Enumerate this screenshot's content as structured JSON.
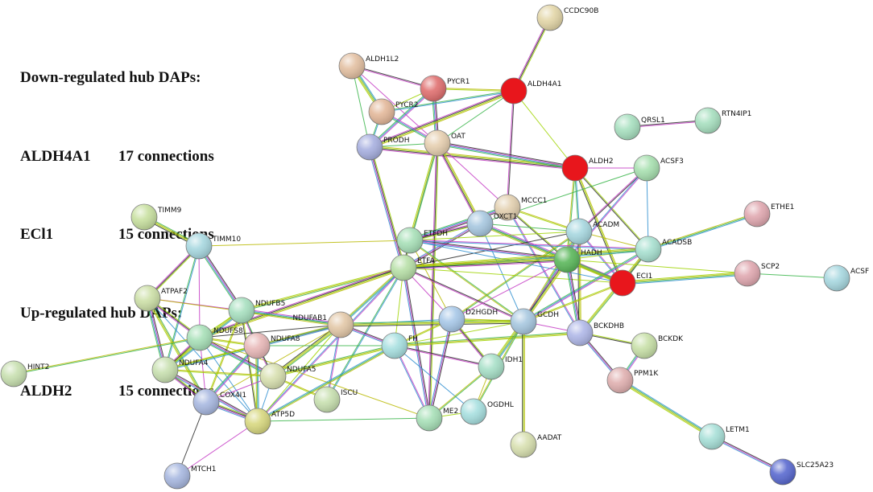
{
  "legend": {
    "down_heading": "Down-regulated hub DAPs:",
    "down_items": [
      {
        "gene": "ALDH4A1",
        "connections": "17 connections"
      },
      {
        "gene": "ECl1",
        "connections": "15 connections"
      }
    ],
    "up_heading": "Up-regulated hub DAPs:",
    "up_items": [
      {
        "gene": "ALDH2",
        "connections": "15 connections"
      }
    ]
  },
  "colors": {
    "hub": "#e8161c",
    "edge_palette": [
      "#9fd400",
      "#2a2a2a",
      "#c43bc4",
      "#2f8fd0",
      "#3ab54a",
      "#b8b800"
    ]
  },
  "nodes": [
    {
      "id": "CCDC90B",
      "color": "#e3d6a8"
    },
    {
      "id": "ALDH1L2",
      "color": "#e3c0a2"
    },
    {
      "id": "PYCR1",
      "color": "#e07070"
    },
    {
      "id": "ALDH4A1",
      "color": "#e8161c",
      "hub": true
    },
    {
      "id": "PYCR2",
      "color": "#e3b89a"
    },
    {
      "id": "OAT",
      "color": "#e6cfb0"
    },
    {
      "id": "PRODH",
      "color": "#a8b0e0"
    },
    {
      "id": "QRSL1",
      "color": "#a8e0c0"
    },
    {
      "id": "RTN4IP1",
      "color": "#a8e0c0"
    },
    {
      "id": "ALDH2",
      "color": "#e8161c",
      "hub": true
    },
    {
      "id": "ACSF3",
      "color": "#a8e0b0"
    },
    {
      "id": "MCCC1",
      "color": "#e3d0b0"
    },
    {
      "id": "ETHE1",
      "color": "#e0a8b0"
    },
    {
      "id": "TIMM9",
      "color": "#c8e0a0"
    },
    {
      "id": "OXCT1",
      "color": "#a8c8e0"
    },
    {
      "id": "ACADM",
      "color": "#a8d8e0"
    },
    {
      "id": "TIMM10",
      "color": "#a8d8e0"
    },
    {
      "id": "ETFDH",
      "color": "#a8e0b8"
    },
    {
      "id": "ACADSB",
      "color": "#a8e0d0"
    },
    {
      "id": "ETFA",
      "color": "#b8e0a8"
    },
    {
      "id": "HADH",
      "color": "#5cb85c"
    },
    {
      "id": "SCP2",
      "color": "#e0a8b0"
    },
    {
      "id": "ECI1",
      "color": "#e8161c",
      "hub": true
    },
    {
      "id": "ACSF",
      "color": "#a8d8e0"
    },
    {
      "id": "ATPAF2",
      "color": "#cde0a8"
    },
    {
      "id": "NDUFB5",
      "color": "#a8e0c0"
    },
    {
      "id": "NDUFAB1",
      "color": "#e3c8a8"
    },
    {
      "id": "D2HGDH",
      "color": "#a8c8e8"
    },
    {
      "id": "GCDH",
      "color": "#a8c8e0"
    },
    {
      "id": "BCKDHB",
      "color": "#b0b8e8"
    },
    {
      "id": "NDUFS8",
      "color": "#a8e0b8"
    },
    {
      "id": "NDUFA8",
      "color": "#e8b8b8"
    },
    {
      "id": "BCKDK",
      "color": "#c8e0a8"
    },
    {
      "id": "FH",
      "color": "#a8e0e0"
    },
    {
      "id": "HINT2",
      "color": "#c8e0b0"
    },
    {
      "id": "NDUFA4",
      "color": "#c8e0b0"
    },
    {
      "id": "NDUFA5",
      "color": "#d8e0b0"
    },
    {
      "id": "IDH1",
      "color": "#a8e0c8"
    },
    {
      "id": "PPM1K",
      "color": "#e0b0b0"
    },
    {
      "id": "COX4I1",
      "color": "#a8b8e0"
    },
    {
      "id": "ISCU",
      "color": "#c8e0b0"
    },
    {
      "id": "ATP5D",
      "color": "#d8d880"
    },
    {
      "id": "ME2",
      "color": "#a8e0b8"
    },
    {
      "id": "OGDHL",
      "color": "#a8e0e0"
    },
    {
      "id": "LETM1",
      "color": "#a8e0d8"
    },
    {
      "id": "AADAT",
      "color": "#d8e0b0"
    },
    {
      "id": "MTCH1",
      "color": "#a8b8e0"
    },
    {
      "id": "SLC25A23",
      "color": "#5a6ad0"
    }
  ],
  "edges": [
    [
      "CCDC90B",
      "ALDH4A1"
    ],
    [
      "ALDH1L2",
      "PYCR1"
    ],
    [
      "ALDH1L2",
      "OAT"
    ],
    [
      "ALDH1L2",
      "PYCR2"
    ],
    [
      "ALDH1L2",
      "PRODH"
    ],
    [
      "PYCR1",
      "ALDH4A1"
    ],
    [
      "PYCR1",
      "PYCR2"
    ],
    [
      "PYCR1",
      "OAT"
    ],
    [
      "PYCR1",
      "PRODH"
    ],
    [
      "ALDH4A1",
      "PYCR2"
    ],
    [
      "ALDH4A1",
      "OAT"
    ],
    [
      "ALDH4A1",
      "PRODH"
    ],
    [
      "ALDH4A1",
      "ALDH2"
    ],
    [
      "ALDH4A1",
      "MCCC1"
    ],
    [
      "PYCR2",
      "OAT"
    ],
    [
      "PYCR2",
      "PRODH"
    ],
    [
      "PRODH",
      "OAT"
    ],
    [
      "PRODH",
      "ALDH2"
    ],
    [
      "PRODH",
      "ETFA"
    ],
    [
      "OAT",
      "ALDH2"
    ],
    [
      "OAT",
      "MCCC1"
    ],
    [
      "OAT",
      "ETFA"
    ],
    [
      "OAT",
      "ETFDH"
    ],
    [
      "OAT",
      "OXCT1"
    ],
    [
      "OAT",
      "ME2"
    ],
    [
      "QRSL1",
      "RTN4IP1"
    ],
    [
      "ALDH2",
      "ACSF3"
    ],
    [
      "ALDH2",
      "ACADM"
    ],
    [
      "ALDH2",
      "HADH"
    ],
    [
      "ALDH2",
      "ECI1"
    ],
    [
      "ALDH2",
      "ACADSB"
    ],
    [
      "ACSF3",
      "ACADM"
    ],
    [
      "ACSF3",
      "HADH"
    ],
    [
      "ACSF3",
      "ACADSB"
    ],
    [
      "ACSF3",
      "OXCT1"
    ],
    [
      "MCCC1",
      "ACADM"
    ],
    [
      "MCCC1",
      "HADH"
    ],
    [
      "MCCC1",
      "ETFDH"
    ],
    [
      "MCCC1",
      "BCKDHB"
    ],
    [
      "ETHE1",
      "ACADSB"
    ],
    [
      "TIMM9",
      "TIMM10"
    ],
    [
      "TIMM10",
      "ETFDH"
    ],
    [
      "TIMM10",
      "ATPAF2"
    ],
    [
      "TIMM10",
      "NDUFB5"
    ],
    [
      "TIMM10",
      "NDUFS8"
    ],
    [
      "TIMM10",
      "NDUFA4"
    ],
    [
      "OXCT1",
      "ACADM"
    ],
    [
      "OXCT1",
      "HADH"
    ],
    [
      "OXCT1",
      "ETFDH"
    ],
    [
      "OXCT1",
      "ETFA"
    ],
    [
      "OXCT1",
      "ECI1"
    ],
    [
      "OXCT1",
      "GCDH"
    ],
    [
      "ACADM",
      "HADH"
    ],
    [
      "ACADM",
      "ACADSB"
    ],
    [
      "ACADM",
      "ETFDH"
    ],
    [
      "ACADM",
      "ETFA"
    ],
    [
      "ACADM",
      "ECI1"
    ],
    [
      "ACADM",
      "GCDH"
    ],
    [
      "ACADM",
      "D2HGDH"
    ],
    [
      "ACADM",
      "BCKDHB"
    ],
    [
      "ETFDH",
      "ETFA"
    ],
    [
      "ETFDH",
      "HADH"
    ],
    [
      "ETFDH",
      "ACADSB"
    ],
    [
      "ETFDH",
      "ECI1"
    ],
    [
      "ETFDH",
      "GCDH"
    ],
    [
      "ETFDH",
      "D2HGDH"
    ],
    [
      "ACADSB",
      "HADH"
    ],
    [
      "ACADSB",
      "ECI1"
    ],
    [
      "ACADSB",
      "GCDH"
    ],
    [
      "ACADSB",
      "ETFA"
    ],
    [
      "ACADSB",
      "BCKDHB"
    ],
    [
      "ETFA",
      "HADH"
    ],
    [
      "ETFA",
      "ECI1"
    ],
    [
      "ETFA",
      "GCDH"
    ],
    [
      "ETFA",
      "D2HGDH"
    ],
    [
      "ETFA",
      "NDUFAB1"
    ],
    [
      "ETFA",
      "NDUFB5"
    ],
    [
      "ETFA",
      "NDUFS8"
    ],
    [
      "ETFA",
      "FH"
    ],
    [
      "ETFA",
      "ME2"
    ],
    [
      "ETFA",
      "ATP5D"
    ],
    [
      "ETFA",
      "ISCU"
    ],
    [
      "HADH",
      "ECI1"
    ],
    [
      "HADH",
      "GCDH"
    ],
    [
      "HADH",
      "SCP2"
    ],
    [
      "HADH",
      "BCKDHB"
    ],
    [
      "HADH",
      "D2HGDH"
    ],
    [
      "SCP2",
      "ECI1"
    ],
    [
      "SCP2",
      "ACSF"
    ],
    [
      "ECI1",
      "GCDH"
    ],
    [
      "ATPAF2",
      "NDUFS8"
    ],
    [
      "ATPAF2",
      "NDUFA4"
    ],
    [
      "ATPAF2",
      "NDUFB5"
    ],
    [
      "ATPAF2",
      "ATP5D"
    ],
    [
      "ATPAF2",
      "COX4I1"
    ],
    [
      "ATPAF2",
      "NDUFAB1"
    ],
    [
      "NDUFB5",
      "NDUFS8"
    ],
    [
      "NDUFB5",
      "NDUFA8"
    ],
    [
      "NDUFB5",
      "NDUFAB1"
    ],
    [
      "NDUFB5",
      "NDUFA4"
    ],
    [
      "NDUFB5",
      "NDUFA5"
    ],
    [
      "NDUFB5",
      "COX4I1"
    ],
    [
      "NDUFB5",
      "ATP5D"
    ],
    [
      "NDUFAB1",
      "NDUFS8"
    ],
    [
      "NDUFAB1",
      "NDUFA8"
    ],
    [
      "NDUFAB1",
      "NDUFA4"
    ],
    [
      "NDUFAB1",
      "NDUFA5"
    ],
    [
      "NDUFAB1",
      "COX4I1"
    ],
    [
      "NDUFAB1",
      "ATP5D"
    ],
    [
      "NDUFAB1",
      "FH"
    ],
    [
      "NDUFAB1",
      "ISCU"
    ],
    [
      "NDUFAB1",
      "D2HGDH"
    ],
    [
      "NDUFAB1",
      "GCDH"
    ],
    [
      "NDUFS8",
      "NDUFA8"
    ],
    [
      "NDUFS8",
      "NDUFA4"
    ],
    [
      "NDUFS8",
      "NDUFA5"
    ],
    [
      "NDUFS8",
      "COX4I1"
    ],
    [
      "NDUFS8",
      "ATP5D"
    ],
    [
      "NDUFS8",
      "HINT2"
    ],
    [
      "NDUFS8",
      "ME2"
    ],
    [
      "NDUFA8",
      "NDUFA4"
    ],
    [
      "NDUFA8",
      "NDUFA5"
    ],
    [
      "NDUFA8",
      "COX4I1"
    ],
    [
      "NDUFA8",
      "ATP5D"
    ],
    [
      "NDUFA8",
      "FH"
    ],
    [
      "NDUFA4",
      "NDUFA5"
    ],
    [
      "NDUFA4",
      "COX4I1"
    ],
    [
      "NDUFA4",
      "ATP5D"
    ],
    [
      "NDUFA5",
      "COX4I1"
    ],
    [
      "NDUFA5",
      "ATP5D"
    ],
    [
      "NDUFA5",
      "FH"
    ],
    [
      "NDUFA5",
      "ISCU"
    ],
    [
      "COX4I1",
      "ATP5D"
    ],
    [
      "COX4I1",
      "MTCH1"
    ],
    [
      "ATP5D",
      "MTCH1"
    ],
    [
      "ATP5D",
      "FH"
    ],
    [
      "ATP5D",
      "ME2"
    ],
    [
      "FH",
      "D2HGDH"
    ],
    [
      "FH",
      "GCDH"
    ],
    [
      "FH",
      "IDH1"
    ],
    [
      "FH",
      "ME2"
    ],
    [
      "FH",
      "OGDHL"
    ],
    [
      "FH",
      "BCKDHB"
    ],
    [
      "D2HGDH",
      "GCDH"
    ],
    [
      "D2HGDH",
      "IDH1"
    ],
    [
      "D2HGDH",
      "ME2"
    ],
    [
      "GCDH",
      "BCKDHB"
    ],
    [
      "GCDH",
      "IDH1"
    ],
    [
      "GCDH",
      "OGDHL"
    ],
    [
      "GCDH",
      "AADAT"
    ],
    [
      "BCKDHB",
      "BCKDK"
    ],
    [
      "BCKDHB",
      "PPM1K"
    ],
    [
      "BCKDK",
      "PPM1K"
    ],
    [
      "PPM1K",
      "LETM1"
    ],
    [
      "IDH1",
      "ME2"
    ],
    [
      "IDH1",
      "OGDHL"
    ],
    [
      "ME2",
      "OGDHL"
    ],
    [
      "LETM1",
      "SLC25A23"
    ]
  ]
}
